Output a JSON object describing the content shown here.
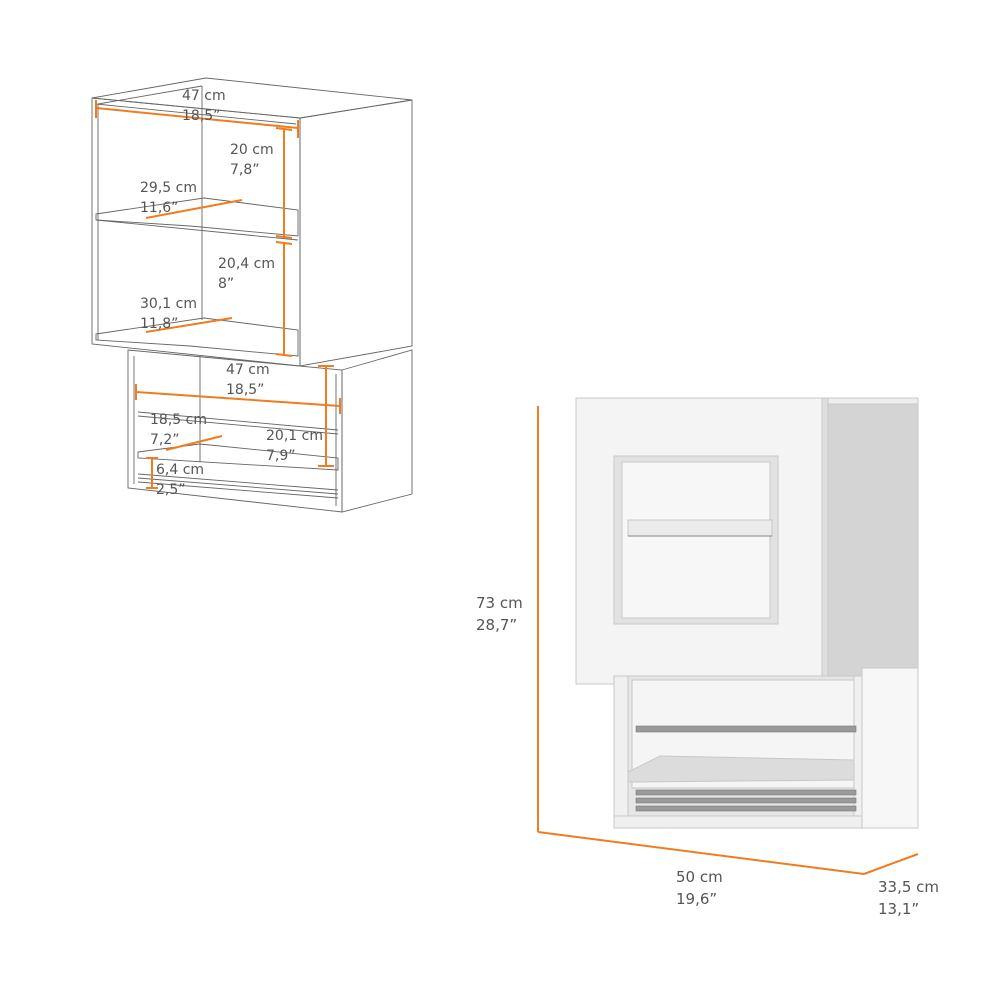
{
  "colors": {
    "accent": "#f07c1e",
    "line": "#555555",
    "text": "#555555",
    "panel": "#f2f2f2",
    "shadow": "#d9d9d9",
    "rod": "#9a9a9a"
  },
  "diagram": {
    "top_width": {
      "cm": "47 cm",
      "inch": "18,5”"
    },
    "shelf_gap_top": {
      "cm": "20 cm",
      "inch": "7,8”"
    },
    "shelf_depth_top": {
      "cm": "29,5 cm",
      "inch": "11,6”"
    },
    "shelf_gap_mid": {
      "cm": "20,4 cm",
      "inch": "8”"
    },
    "shelf_depth_bottom": {
      "cm": "30,1 cm",
      "inch": "11,8”"
    },
    "rack_width": {
      "cm": "47 cm",
      "inch": "18,5”"
    },
    "rack_depth": {
      "cm": "18,5 cm",
      "inch": "7,2”"
    },
    "rack_height": {
      "cm": "20,1 cm",
      "inch": "7,9”"
    },
    "rod_gap": {
      "cm": "6,4 cm",
      "inch": "2,5”"
    }
  },
  "product": {
    "height": {
      "cm": "73 cm",
      "inch": "28,7”"
    },
    "width": {
      "cm": "50 cm",
      "inch": "19,6”"
    },
    "depth": {
      "cm": "33,5 cm",
      "inch": "13,1”"
    }
  }
}
